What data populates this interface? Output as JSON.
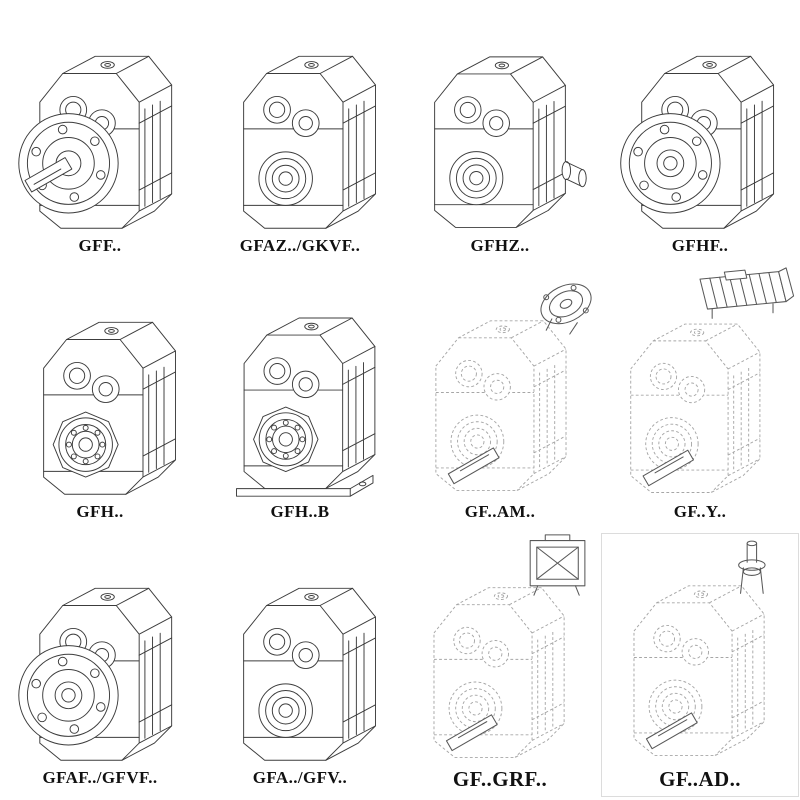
{
  "page": {
    "background": "#ffffff",
    "description": "Catalog sheet of parallel-shaft helical gear unit mounting variants (line drawings with type designations)"
  },
  "colors": {
    "line_solid": "#3c3c3c",
    "line_dashed": "#a6a6a6",
    "attachment": "#585858",
    "label_text": "#111111",
    "box_border": "#dcdcdc"
  },
  "catalog": {
    "cells": [
      {
        "id": "gff",
        "label": "GFF..",
        "line_style": "solid",
        "features": [
          "housing",
          "output-flange",
          "solid-output-shaft"
        ]
      },
      {
        "id": "gfaz-gkvf",
        "label": "GFAZ../GKVF..",
        "line_style": "solid",
        "features": [
          "housing",
          "hollow-shaft-face",
          "bearing-rings"
        ]
      },
      {
        "id": "gfhz",
        "label": "GFHZ..",
        "line_style": "solid",
        "features": [
          "housing",
          "hollow-shaft-face",
          "side-stub-shaft"
        ]
      },
      {
        "id": "gfhf",
        "label": "GFHF..",
        "line_style": "solid",
        "features": [
          "housing",
          "output-flange",
          "hollow-bore"
        ]
      },
      {
        "id": "gfh",
        "label": "GFH..",
        "line_style": "solid",
        "features": [
          "housing",
          "shrink-disc-boss",
          "bolt-ring"
        ]
      },
      {
        "id": "gfh-b",
        "label": "GFH..B",
        "line_style": "solid",
        "features": [
          "housing",
          "shrink-disc-boss",
          "foot-base"
        ]
      },
      {
        "id": "gf-am",
        "label": "GF..AM..",
        "line_style": "dashed",
        "features": [
          "housing",
          "output-shaft",
          "input-adapter-flange"
        ]
      },
      {
        "id": "gf-y",
        "label": "GF..Y..",
        "line_style": "dashed",
        "features": [
          "housing",
          "output-shaft",
          "mounted-motor"
        ]
      },
      {
        "id": "gfaf-gfvf",
        "label": "GFAF../GFVF..",
        "line_style": "solid",
        "features": [
          "housing",
          "output-flange",
          "hollow-bore"
        ]
      },
      {
        "id": "gfa-gfv",
        "label": "GFA../GFV..",
        "line_style": "solid",
        "features": [
          "housing",
          "hollow-shaft-face",
          "bearing-rings"
        ]
      },
      {
        "id": "gf-grf",
        "label": "GF..GRF..",
        "line_style": "dashed",
        "features": [
          "housing",
          "output-shaft",
          "gear-adapter-box"
        ],
        "label_size": "large"
      },
      {
        "id": "gf-ad",
        "label": "GF..AD..",
        "line_style": "dashed",
        "features": [
          "housing",
          "output-shaft",
          "input-shaft-adapter"
        ],
        "label_size": "large",
        "boxed": true
      }
    ]
  }
}
